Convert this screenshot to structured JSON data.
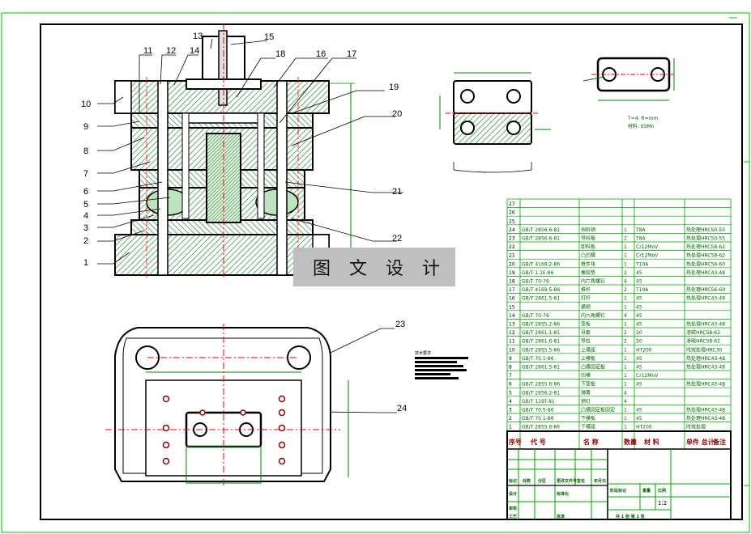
{
  "watermark": "图 文 设 计",
  "leader_labels": [
    "1",
    "2",
    "3",
    "4",
    "5",
    "6",
    "7",
    "8",
    "9",
    "10",
    "11",
    "12",
    "13",
    "14",
    "15",
    "16",
    "17",
    "18",
    "19",
    "20",
    "21",
    "22",
    "23",
    "24"
  ],
  "bom": {
    "rows": [
      {
        "no": "27",
        "std": "",
        "name": "",
        "qty": "",
        "mat": "",
        "note": ""
      },
      {
        "no": "26",
        "std": "",
        "name": "",
        "qty": "",
        "mat": "",
        "note": ""
      },
      {
        "no": "25",
        "std": "",
        "name": "",
        "qty": "",
        "mat": "",
        "note": ""
      },
      {
        "no": "24",
        "std": "GB/T 2856.6-81",
        "name": "挡料销",
        "qty": "1",
        "mat": "T8A",
        "note": "热处理HRC50-55"
      },
      {
        "no": "23",
        "std": "GB/T 2856.6-81",
        "name": "导料板",
        "qty": "2",
        "mat": "T8A",
        "note": "热处理HRC50-55"
      },
      {
        "no": "22",
        "std": "",
        "name": "卸料板",
        "qty": "1",
        "mat": "Cr12MoV",
        "note": "热处理HRC58-62"
      },
      {
        "no": "21",
        "std": "",
        "name": "凸凹模",
        "qty": "1",
        "mat": "Cr12MoV",
        "note": "热处理HRC58-62"
      },
      {
        "no": "20",
        "std": "GB/T 4169.2-86",
        "name": "推件块",
        "qty": "1",
        "mat": "T10A",
        "note": "热处理HRC56-60"
      },
      {
        "no": "19",
        "std": "GB/T 1.1E-86",
        "name": "橡胶垫",
        "qty": "2",
        "mat": "45",
        "note": "热处理HRC43-48"
      },
      {
        "no": "18",
        "std": "GB/T 70-76",
        "name": "内六角螺钉",
        "qty": "4",
        "mat": "45",
        "note": ""
      },
      {
        "no": "17",
        "std": "GB/T 4169.5-86",
        "name": "推杆",
        "qty": "2",
        "mat": "T10A",
        "note": "热处理HRC56-60"
      },
      {
        "no": "16",
        "std": "GB/T 2861.5-81",
        "name": "打杆",
        "qty": "1",
        "mat": "45",
        "note": "热处理HRC43-48"
      },
      {
        "no": "15",
        "std": "",
        "name": "模柄",
        "qty": "1",
        "mat": "45",
        "note": ""
      },
      {
        "no": "14",
        "std": "GB/T 70-76",
        "name": "内六角螺钉",
        "qty": "4",
        "mat": "45",
        "note": ""
      },
      {
        "no": "13",
        "std": "GB/T 2855.2-86",
        "name": "垫板",
        "qty": "1",
        "mat": "45",
        "note": "热处理HRC43-48"
      },
      {
        "no": "12",
        "std": "GB/T 2861.1-81",
        "name": "导套",
        "qty": "2",
        "mat": "20",
        "note": "渗碳HRC58-62"
      },
      {
        "no": "11",
        "std": "GB/T 2861.6-81",
        "name": "导柱",
        "qty": "2",
        "mat": "20",
        "note": "渗碳HRC58-62"
      },
      {
        "no": "10",
        "std": "GB/T 2855.5-86",
        "name": "上模座",
        "qty": "1",
        "mat": "HT200",
        "note": "时效处理HRC30"
      },
      {
        "no": "9",
        "std": "GB/T 70.1-86",
        "name": "上模板",
        "qty": "1",
        "mat": "45",
        "note": "热处理HRC43-48"
      },
      {
        "no": "8",
        "std": "GB/T 2861.5-81",
        "name": "凸模固定板",
        "qty": "1",
        "mat": "45",
        "note": "热处理HRC43-48"
      },
      {
        "no": "7",
        "std": "",
        "name": "凹模",
        "qty": "1",
        "mat": "Cr12MoV",
        "note": ""
      },
      {
        "no": "6",
        "std": "GB/T 2855.6-86",
        "name": "下垫板",
        "qty": "1",
        "mat": "45",
        "note": "热处理HRC43-48"
      },
      {
        "no": "5",
        "std": "GB/T 2856.2-81",
        "name": "弹簧",
        "qty": "4",
        "mat": "",
        "note": ""
      },
      {
        "no": "4",
        "std": "GB/T 119T-81",
        "name": "销钉",
        "qty": "4",
        "mat": "",
        "note": ""
      },
      {
        "no": "3",
        "std": "GB/T 70.5-86",
        "name": "凸模固定板固定",
        "qty": "1",
        "mat": "45",
        "note": "热处理HRC43-48"
      },
      {
        "no": "2",
        "std": "GB/T 70.1-86",
        "name": "下模板",
        "qty": "1",
        "mat": "45",
        "note": "热处理HRC43-48"
      },
      {
        "no": "1",
        "std": "GB/T 2855.6-86",
        "name": "下模座",
        "qty": "1",
        "mat": "HT200",
        "note": "时效处理"
      }
    ],
    "header": {
      "no": "序号",
      "std": "代 号",
      "name": "名 称",
      "qty": "数量",
      "mat": "材 料",
      "unit_total": "单件 总计",
      "note": "备注"
    }
  },
  "title_block": {
    "scale": "1:2",
    "stage_mark": "阶段标记",
    "weight": "重量",
    "scale_label": "比例",
    "sheets": "共 1 张   第 1 张",
    "labels": [
      "标记",
      "处数",
      "分区",
      "更改文件号",
      "签名",
      "年月日"
    ],
    "designer": "设计",
    "standardize": "标准化",
    "checker": "审核",
    "process": "工艺",
    "approve": "批准"
  },
  "notes": [
    "技术要求",
    "1. 上下模座平行度误差",
    "2. 模具装配后应",
    "3. 按要求验收"
  ],
  "part_labels": {
    "view_note": "T=4, R=mm",
    "material_note": "材料: 65Mn"
  },
  "colors": {
    "hatch": "#2e8b3a",
    "outline": "#000000",
    "center": "#ff0000",
    "dim": "#008000",
    "table_line": "#00a000",
    "border": "#00c000"
  }
}
